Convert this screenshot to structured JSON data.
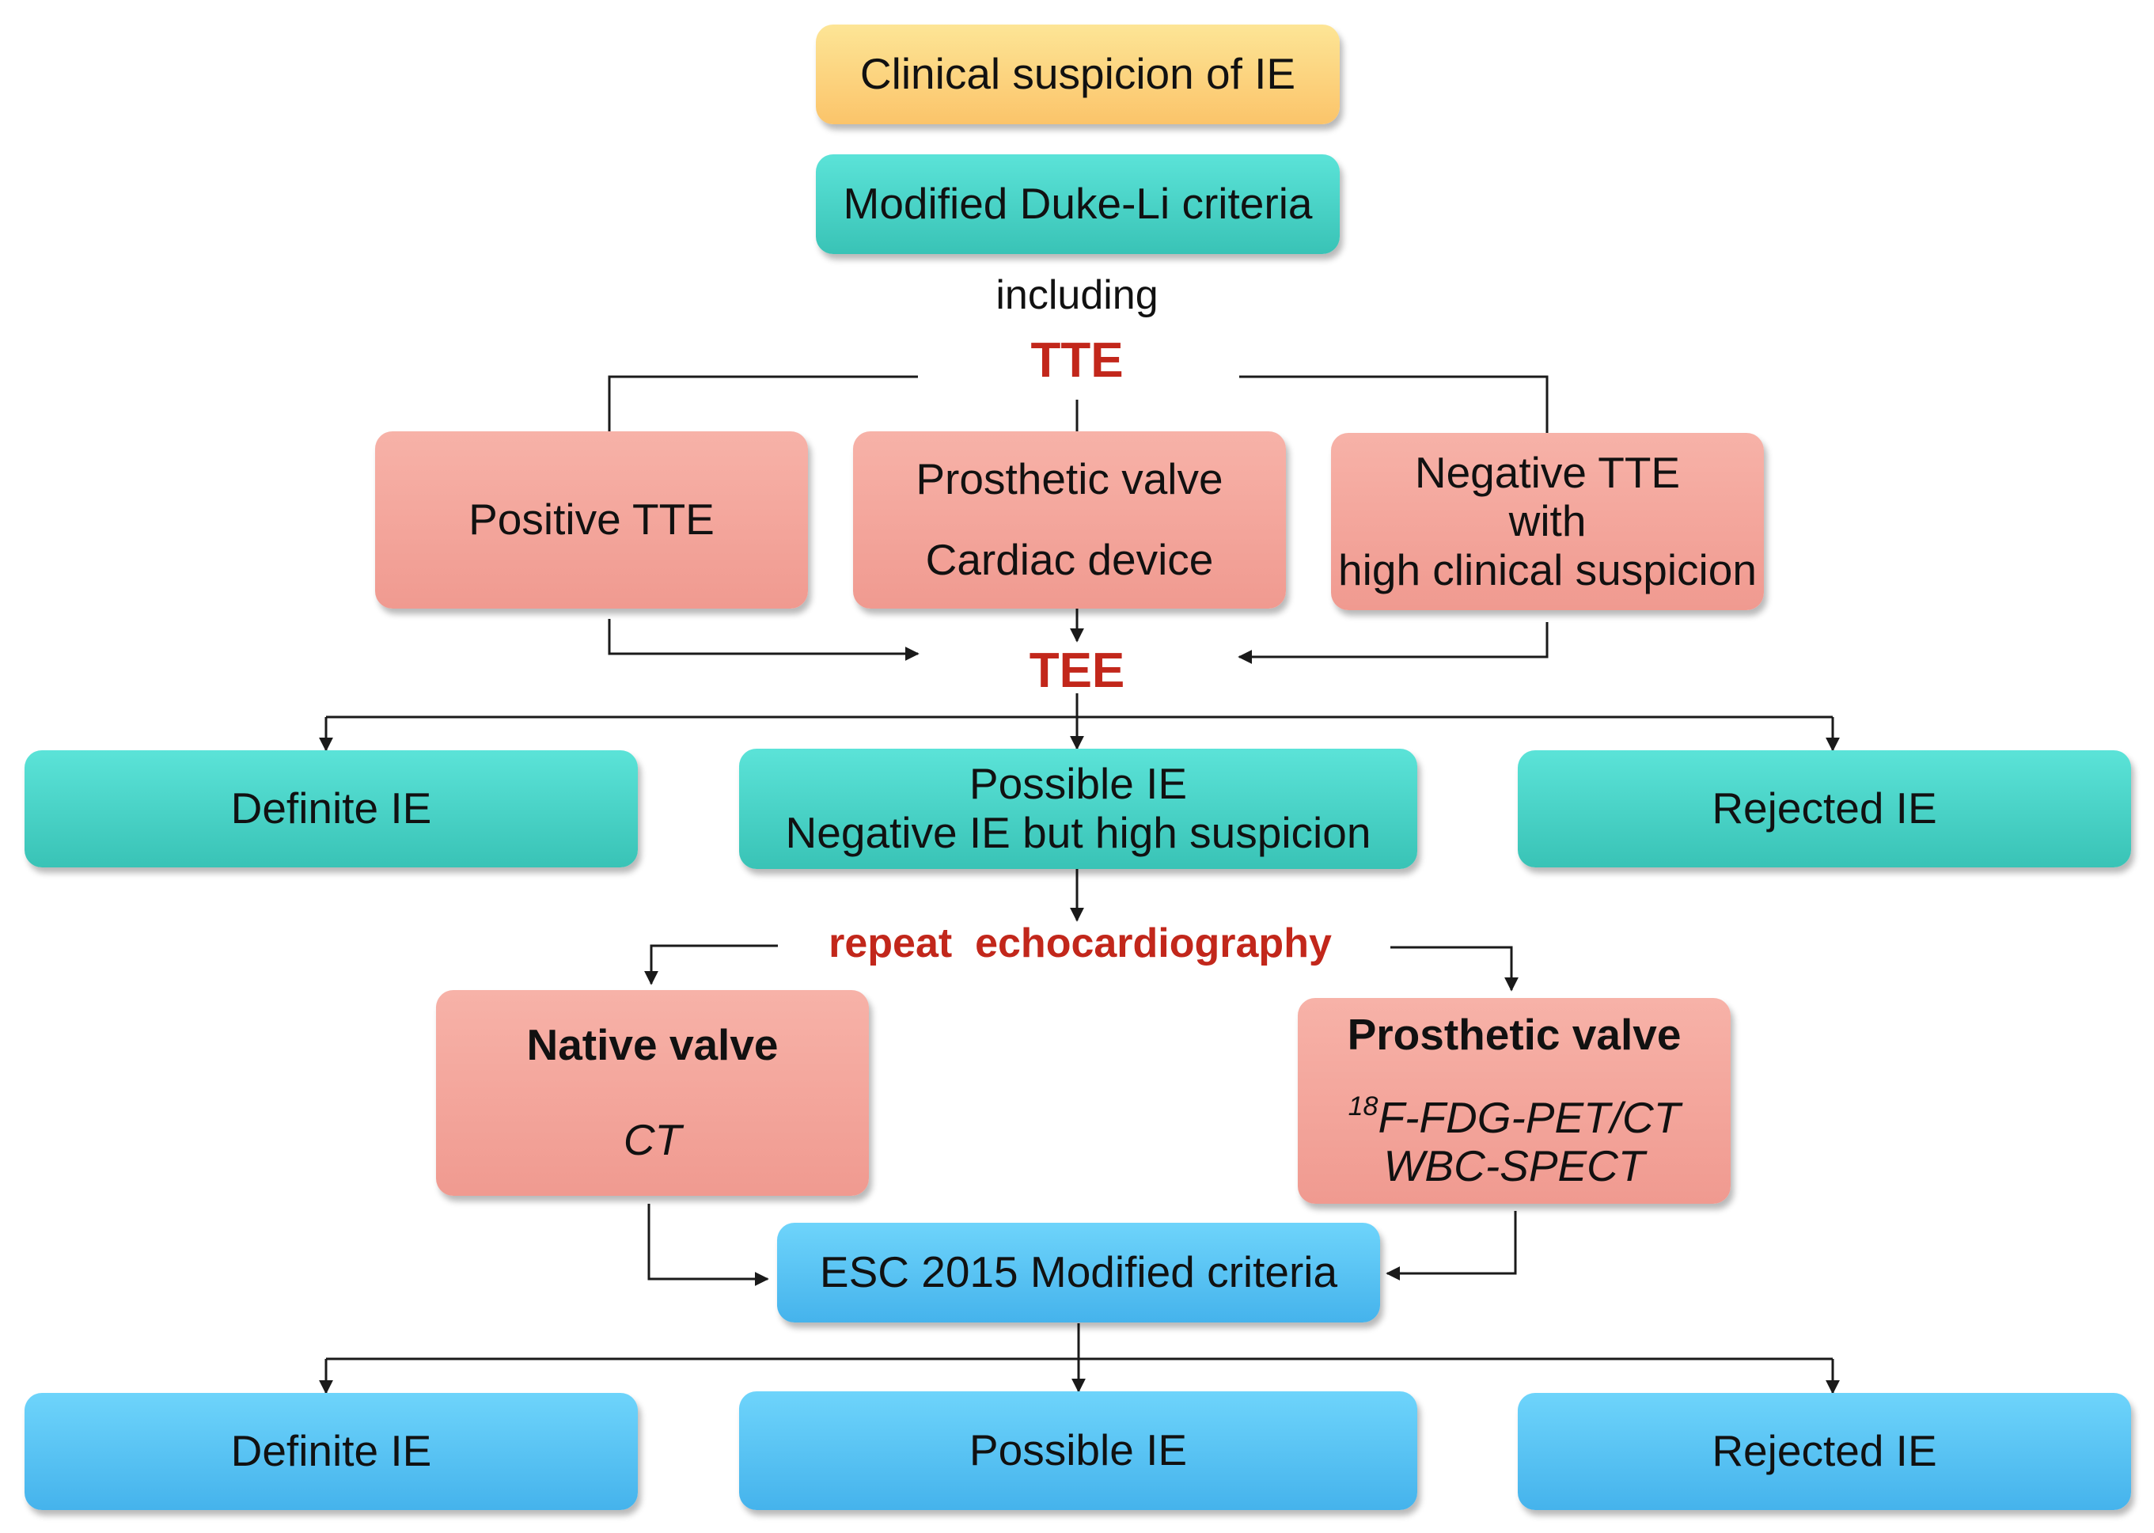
{
  "nodes": {
    "clinical_suspicion": "Clinical suspicion of IE",
    "modified_duke_li": "Modified Duke-Li criteria",
    "including": "including",
    "tte": "TTE",
    "positive_tte": "Positive TTE",
    "prosthetic_valve": "Prosthetic valve",
    "cardiac_device": "Cardiac device",
    "negative_tte_line1": "Negative TTE",
    "negative_tte_line2": "with",
    "negative_tte_line3": "high clinical suspicion",
    "tee": "TEE",
    "definite_ie_1": "Definite IE",
    "possible_ie_1_line1": "Possible IE",
    "possible_ie_1_line2": "Negative IE but high suspicion",
    "rejected_ie_1": "Rejected IE",
    "repeat_echo_word1": "repeat",
    "repeat_echo_word2": "echocardiography",
    "native_valve_title": "Native valve",
    "native_valve_ct": "CT",
    "prosthetic_valve_title": "Prosthetic valve",
    "fdg_superscript": "18",
    "fdg_text": "F-FDG-PET/CT",
    "wbc_spect": "WBC-SPECT",
    "esc_2015": "ESC 2015 Modified criteria",
    "definite_ie_2": "Definite IE",
    "possible_ie_2": "Possible IE",
    "rejected_ie_2": "Rejected IE"
  },
  "colors": {
    "yellow": "#fbc46a",
    "teal": "#39c3b6",
    "salmon": "#f09a90",
    "blue": "#45b3ec",
    "red_text": "#c2271b",
    "connector": "#1a1a1a"
  }
}
